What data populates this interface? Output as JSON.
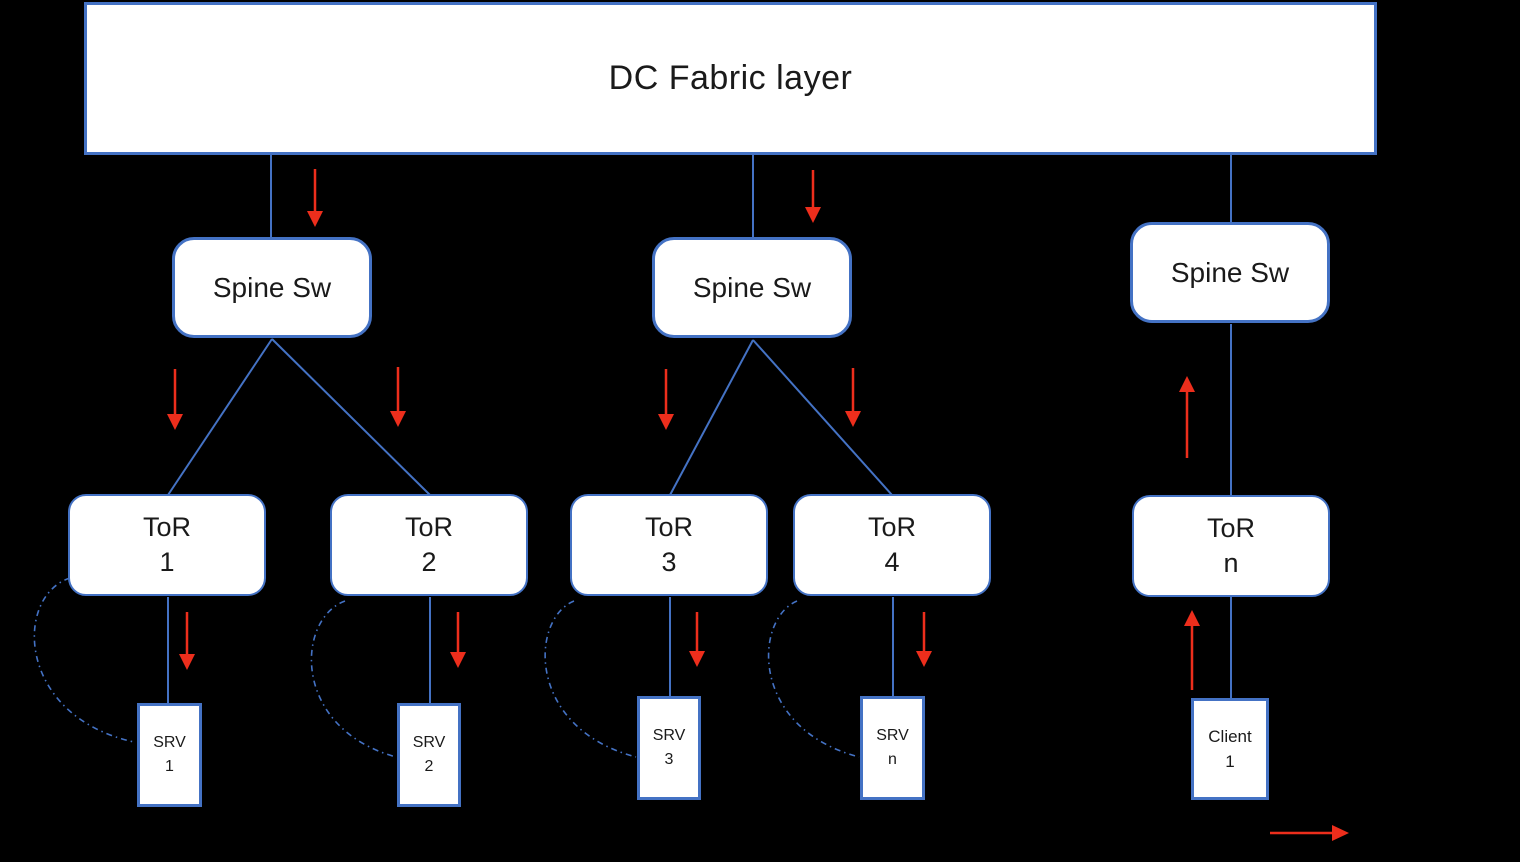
{
  "diagram": {
    "title": "DC Fabric layer",
    "nodes": {
      "fabric": {
        "label": "DC Fabric layer"
      },
      "spines": [
        {
          "label": "Spine Sw"
        },
        {
          "label": "Spine Sw"
        },
        {
          "label": "Spine Sw"
        }
      ],
      "tors": [
        {
          "line1": "ToR",
          "line2": "1"
        },
        {
          "line1": "ToR",
          "line2": "2"
        },
        {
          "line1": "ToR",
          "line2": "3"
        },
        {
          "line1": "ToR",
          "line2": "4"
        },
        {
          "line1": "ToR",
          "line2": "n"
        }
      ],
      "servers": [
        {
          "line1": "SRV",
          "line2": "1"
        },
        {
          "line1": "SRV",
          "line2": "2"
        },
        {
          "line1": "SRV",
          "line2": "3"
        },
        {
          "line1": "SRV",
          "line2": "n"
        },
        {
          "line1": "Client",
          "line2": "1"
        }
      ]
    },
    "colors": {
      "connector_blue": "#4472C4",
      "arrow_red": "#ED2E1C",
      "box_fill": "#FFFFFF",
      "background": "#000000"
    }
  }
}
